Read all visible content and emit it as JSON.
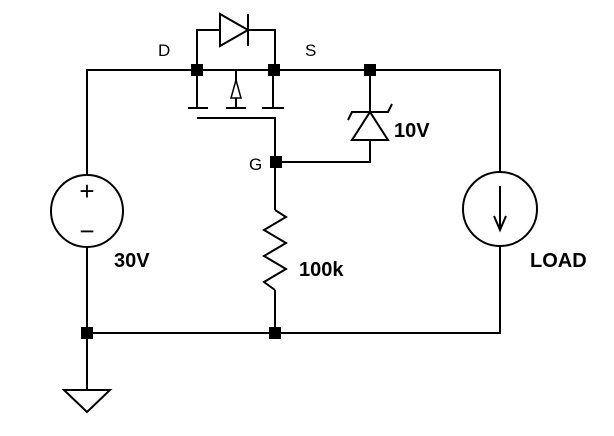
{
  "diagram": {
    "type": "circuit-schematic",
    "nodes": {
      "drain": "D",
      "source": "S",
      "gate": "G"
    },
    "components": {
      "source_voltage": "30V",
      "zener_voltage": "10V",
      "resistor_value": "100k",
      "load_label": "LOAD"
    },
    "symbols": {
      "voltage_source_plus": "+",
      "voltage_source_minus": "−"
    }
  }
}
